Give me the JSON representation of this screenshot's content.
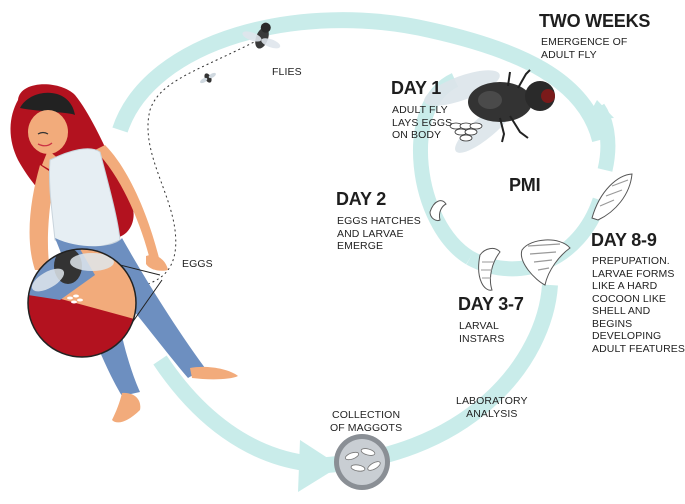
{
  "cycle": {
    "center": "PMI",
    "stages": [
      {
        "title": "TWO WEEKS",
        "text": "EMERGENCE OF\nADULT FLY"
      },
      {
        "title": "DAY 1",
        "text": "ADULT FLY\nLAYS EGGS\nON BODY"
      },
      {
        "title": "DAY 2",
        "text": "EGGS HATCHES\nAND LARVAE\nEMERGE"
      },
      {
        "title": "DAY 3-7",
        "text": "LARVAL\nINSTARS"
      },
      {
        "title": "DAY 8-9",
        "text": "PREPUPATION.\nLARVAE FORMS\nLIKE A HARD\nCOCOON LIKE\nSHELL AND BEGINS\nDEVELOPING\nADULT FEATURES"
      }
    ]
  },
  "labels": {
    "flies": "FLIES",
    "eggs": "EGGS",
    "laboratory": "LABORATORY\nANALYSIS",
    "collection": "COLLECTION\nOF MAGGOTS"
  },
  "colors": {
    "arrow": "#c8ebe9",
    "text": "#222222",
    "hair": "#b3121f",
    "jeans": "#6d8fc0",
    "skin": "#f2ab7b"
  }
}
